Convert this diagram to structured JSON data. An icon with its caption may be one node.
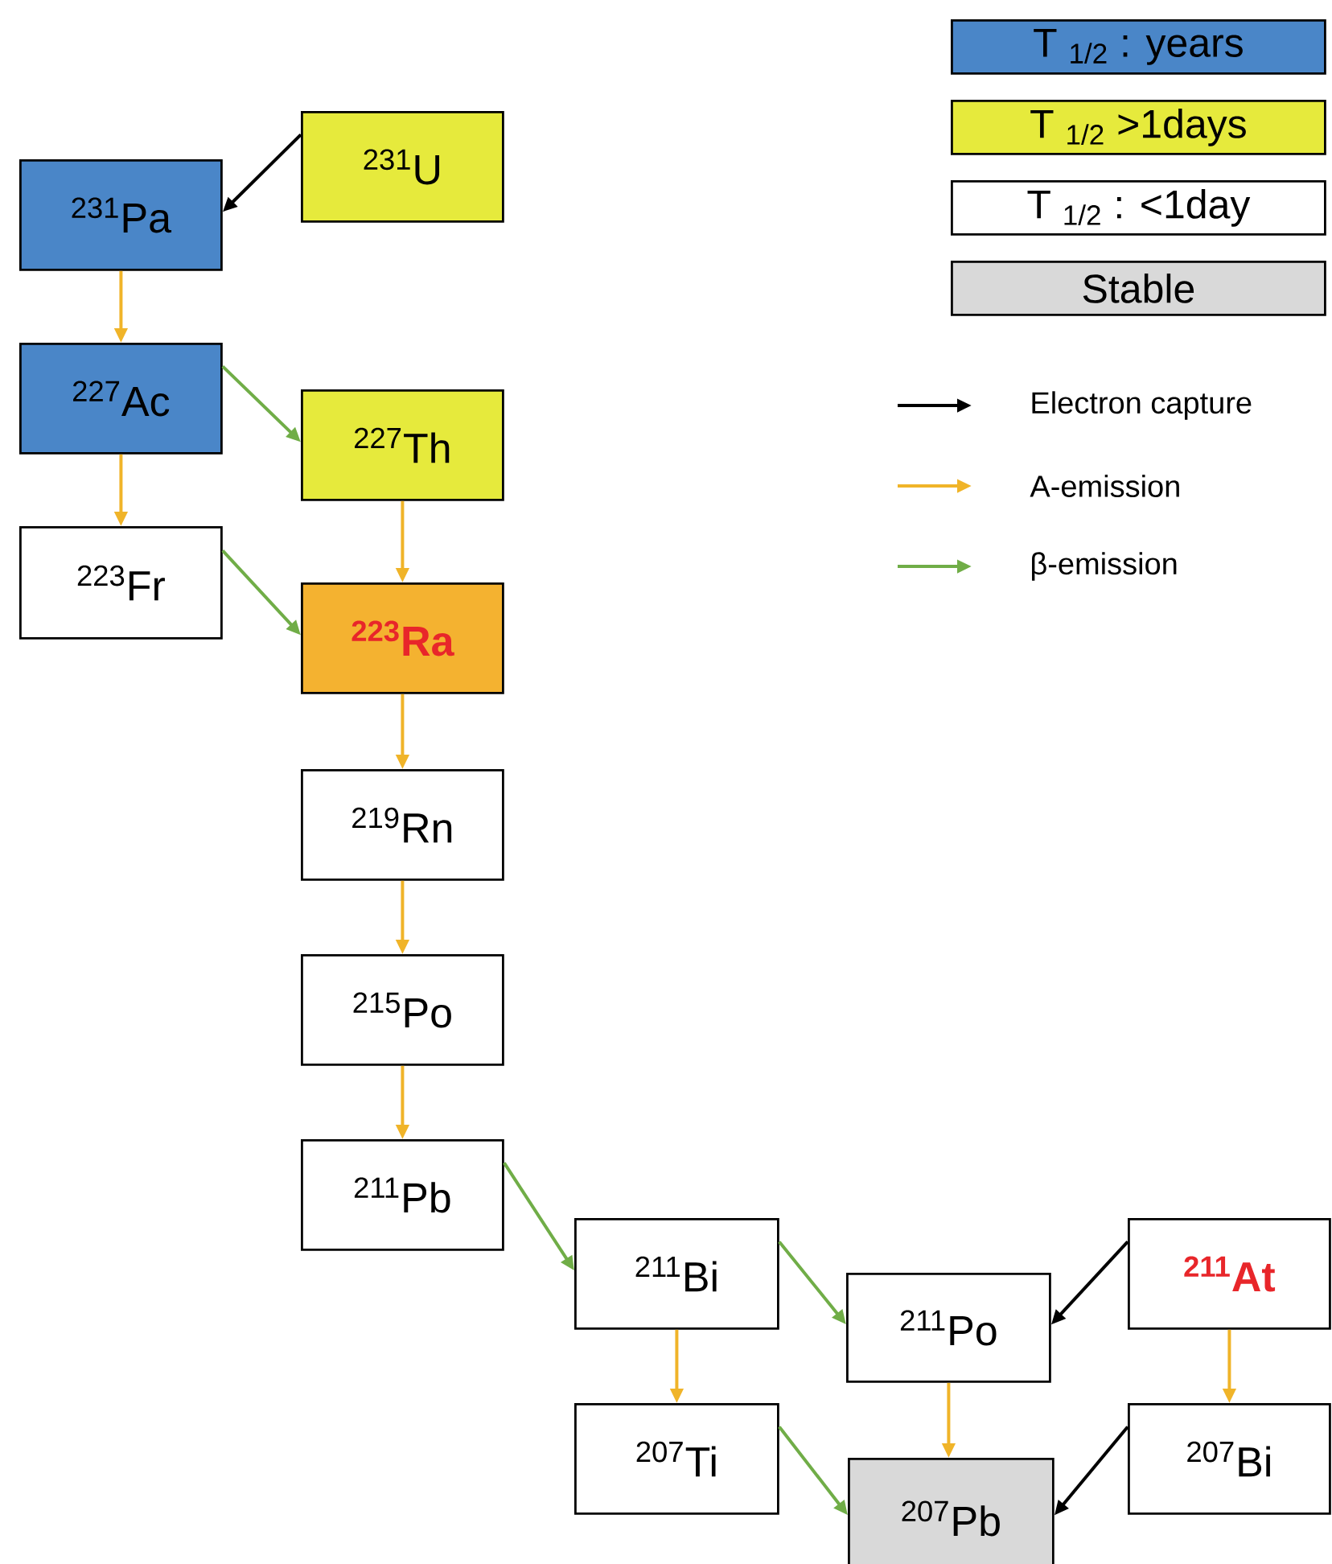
{
  "diagram": {
    "nodes": [
      {
        "text": [
          "$^{231}$U"
        ]
      },
      {
        "text": [
          "$^{231}$Pa"
        ]
      },
      {
        "text": [
          "$^{227}$Ac"
        ]
      },
      {
        "text": [
          "$^{227}$Th"
        ]
      },
      {
        "text": [
          "$^{223}$Fr"
        ]
      },
      {
        "text": [
          "$^{223}$Ra"
        ]
      },
      {
        "text": [
          "$^{219}$Rn"
        ]
      },
      {
        "text": [
          "$^{215}$Po"
        ]
      },
      {
        "text": [
          "$^{211}$Pb"
        ]
      },
      {
        "text": [
          "$^{211}$Bi"
        ]
      },
      {
        "text": [
          "$^{211}$At"
        ]
      },
      {
        "text": [
          "$^{211}$Po"
        ]
      },
      {
        "text": [
          "$^{207}$Ti"
        ]
      },
      {
        "text": [
          "$^{207}$Bi"
        ]
      },
      {
        "text": [
          "$^{207}$Pb"
        ]
      }
    ],
    "edges": [
      {
        "from": 0,
        "to": 1,
        "arrow": "to",
        "color": "#000000"
      },
      {
        "from": 1,
        "to": 2,
        "arrow": "to"
      },
      {
        "from": 2,
        "to": 3,
        "arrow": "to",
        "color": "#70ad47"
      },
      {
        "from": 2,
        "to": 4,
        "arrow": "to"
      },
      {
        "from": 4,
        "to": 5,
        "arrow": "to",
        "color": "#70ad47"
      },
      {
        "from": 3,
        "to": 5,
        "arrow": "to"
      },
      {
        "from": 5,
        "to": 6,
        "arrow": "to"
      },
      {
        "from": 6,
        "to": 7,
        "arrow": "to"
      },
      {
        "from": 7,
        "to": 8,
        "arrow": "to"
      },
      {
        "from": 8,
        "to": 9,
        "arrow": "to",
        "color": "#70ad47"
      },
      {
        "from": 9,
        "to": 11,
        "arrow": "to",
        "color": "#70ad47"
      },
      {
        "from": 10,
        "to": 11,
        "arrow": "to",
        "color": "#000000"
      },
      {
        "from": 9,
        "to": 12,
        "arrow": "to"
      },
      {
        "from": 11,
        "to": 14,
        "arrow": "to"
      },
      {
        "from": 10,
        "to": 13,
        "arrow": "to"
      },
      {
        "from": 12,
        "to": 14,
        "arrow": "to",
        "color": "#70ad47"
      },
      {
        "from": 13,
        "to": 14,
        "arrow": "to",
        "color": "#000000"
      }
    ],
    "legend": [
      {
        "text": "T $_{1/2}$ : years",
        "color": "#4a86c8"
      },
      {
        "text": "T $_{1/2}$ >1days",
        "color": "#e6ea3c"
      },
      {
        "text": "T $_{1/2}$ : <1day"
      },
      {
        "text": "Stable",
        "color": "#d9d9d9"
      },
      {
        "text": "Electron capture"
      },
      {
        "text": "A-emission"
      },
      {
        "text": "β-emission"
      }
    ]
  }
}
